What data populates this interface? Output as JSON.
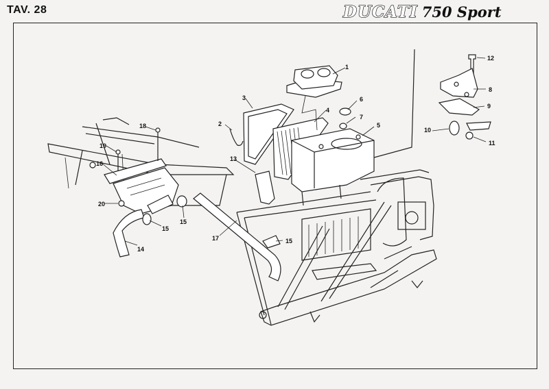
{
  "header": {
    "plate": "TAV. 28",
    "brand": "DUCATI",
    "model": "750 Sport"
  },
  "callouts": [
    "1",
    "2",
    "3",
    "4",
    "5",
    "6",
    "7",
    "8",
    "9",
    "10",
    "11",
    "12",
    "13",
    "14",
    "15",
    "15",
    "15",
    "16",
    "17",
    "18",
    "19",
    "20"
  ]
}
